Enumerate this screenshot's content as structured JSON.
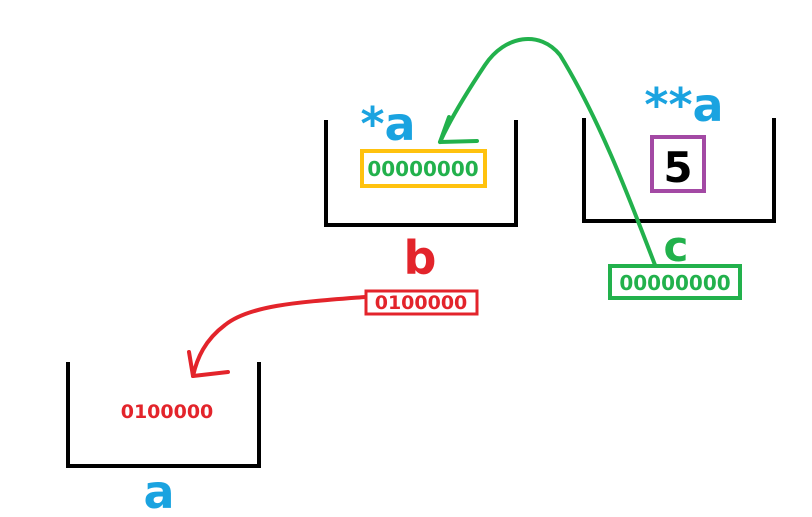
{
  "colors": {
    "blue": "#1aa3e0",
    "red": "#e3242b",
    "green": "#22b14c",
    "yellow": "#ffc20e",
    "purple": "#a349a4",
    "black": "#000000"
  },
  "boxes": {
    "a": {
      "label": "a",
      "content": "0100000"
    },
    "b": {
      "name": "b",
      "deref_label": "*a",
      "content": "00000000",
      "address": "0100000"
    },
    "c": {
      "name": "c",
      "deref_label": "**a",
      "content": "5",
      "address": "00000000"
    }
  }
}
